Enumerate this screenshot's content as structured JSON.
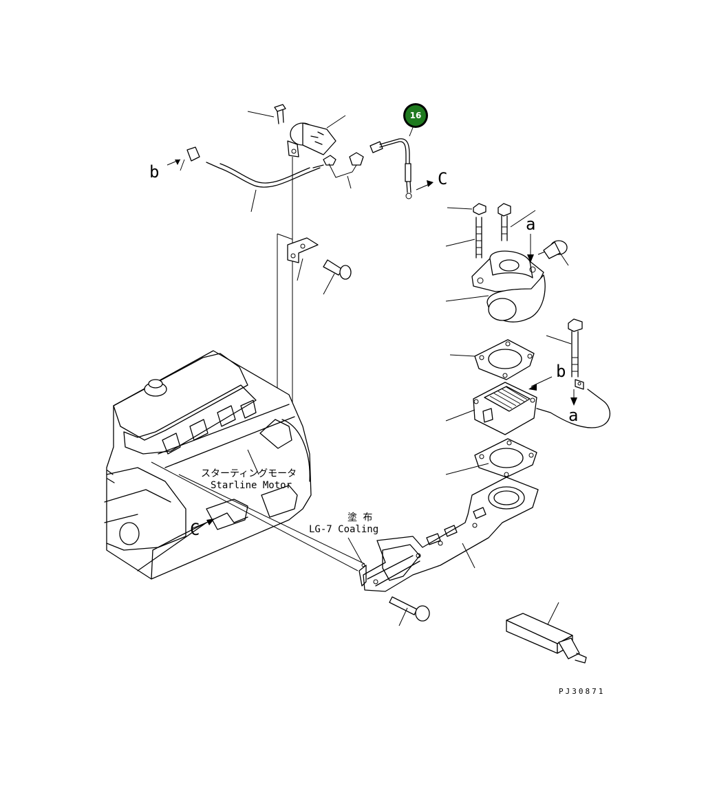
{
  "callout": {
    "number": "16",
    "color": "#1f7a1f",
    "ring_color": "#000000"
  },
  "refs": {
    "b_top": "b",
    "c_top": "C",
    "a_upper": "a",
    "b_right": "b",
    "a_lower": "a",
    "c_engine": "C"
  },
  "notes": {
    "starting_motor_jp": "スターティングモータ",
    "starting_motor_en": "Starline Motor",
    "coating_jp": "塗 布",
    "coating_en": "LG-7 Coaling"
  },
  "drawing_code": "PJ30871"
}
